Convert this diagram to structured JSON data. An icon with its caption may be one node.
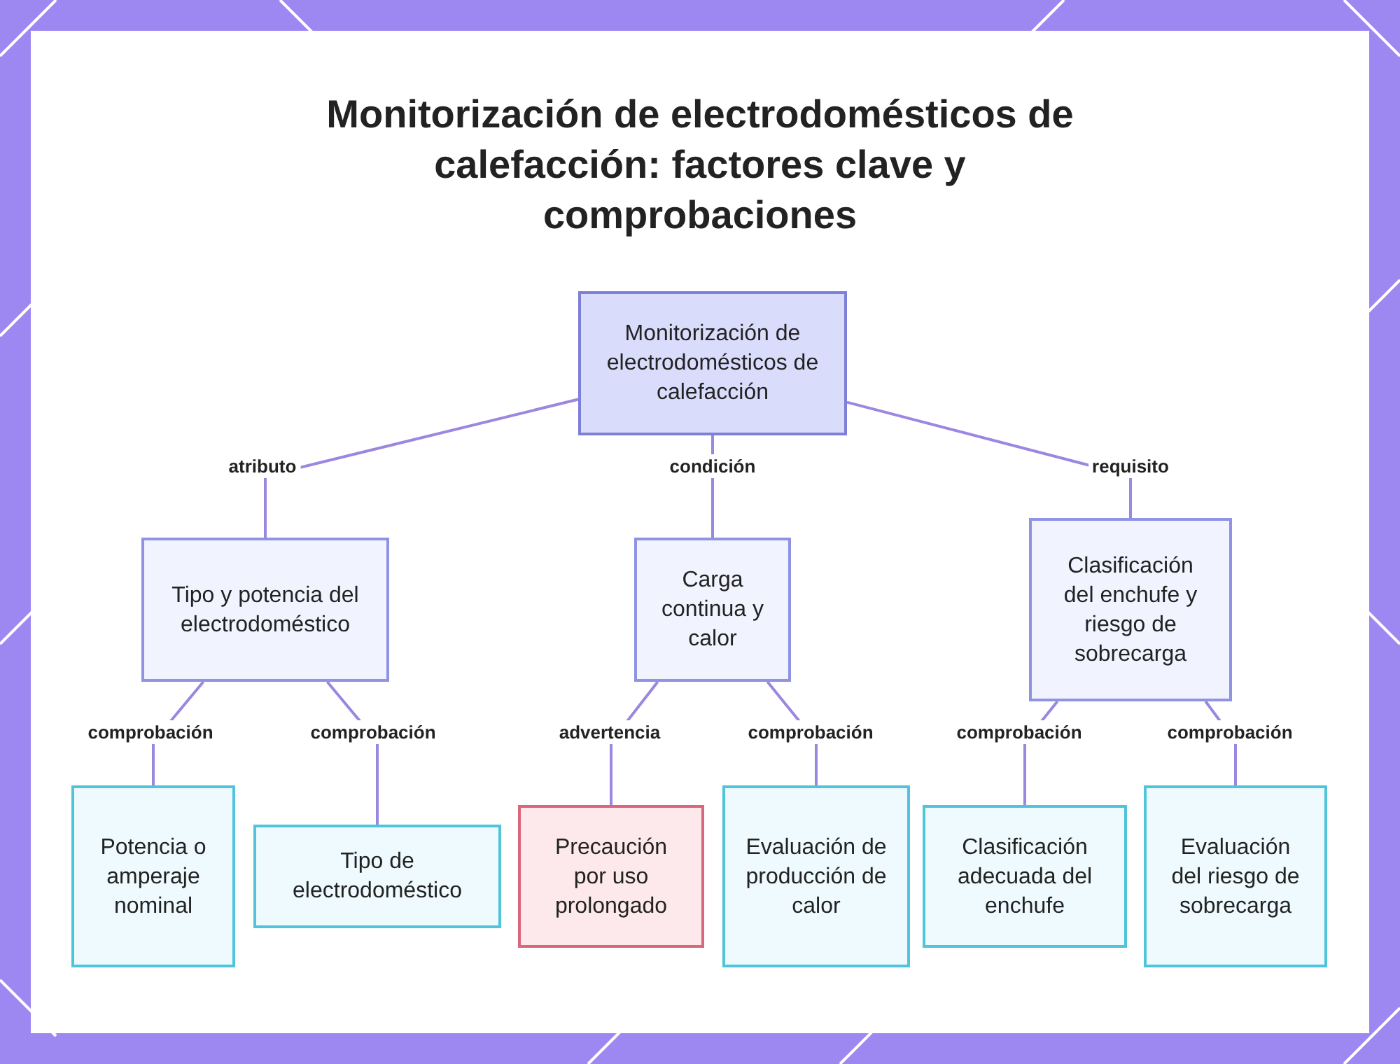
{
  "diagram": {
    "title": "Monitorización de electrodomésticos de calefacción: factores clave y comprobaciones",
    "nodes": [
      {
        "text": [
          "Monitorización de electrodomésticos de calefacción"
        ]
      },
      {
        "text": [
          "Tipo y potencia del electrodoméstico"
        ]
      },
      {
        "text": [
          "Carga continua y calor"
        ]
      },
      {
        "text": [
          "Clasificación del enchufe y riesgo de sobrecarga"
        ]
      },
      {
        "text": [
          "Potencia o amperaje nominal"
        ]
      },
      {
        "text": [
          "Tipo de electrodoméstico"
        ]
      },
      {
        "text": [
          "Precaución por uso prolongado"
        ]
      },
      {
        "text": [
          "Evaluación de producción de calor"
        ]
      },
      {
        "text": [
          "Clasificación adecuada del enchufe"
        ]
      },
      {
        "text": [
          "Evaluación del riesgo de sobrecarga"
        ]
      }
    ],
    "edges": [
      {
        "from": 0,
        "to": 1,
        "arrow": "none",
        "label": "atributo"
      },
      {
        "from": 0,
        "to": 2,
        "arrow": "none",
        "label": "condición"
      },
      {
        "from": 0,
        "to": 3,
        "arrow": "none",
        "label": "requisito"
      },
      {
        "from": 1,
        "to": 4,
        "arrow": "none",
        "label": "comprobación"
      },
      {
        "from": 1,
        "to": 5,
        "arrow": "none",
        "label": "comprobación"
      },
      {
        "from": 2,
        "to": 6,
        "arrow": "none",
        "label": "advertencia"
      },
      {
        "from": 2,
        "to": 7,
        "arrow": "none",
        "label": "comprobación"
      },
      {
        "from": 3,
        "to": 8,
        "arrow": "none",
        "label": "comprobación"
      },
      {
        "from": 3,
        "to": 9,
        "arrow": "none",
        "label": "comprobación"
      }
    ]
  }
}
